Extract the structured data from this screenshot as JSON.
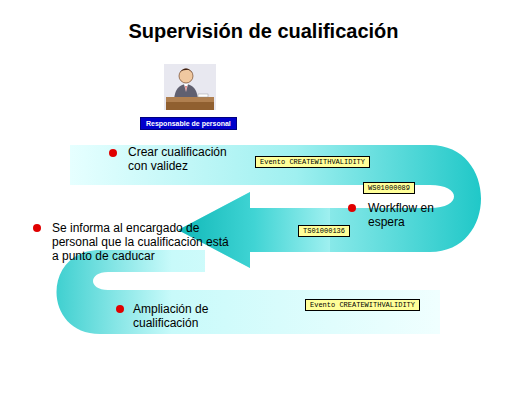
{
  "diagram": {
    "title": "Supervisión de cualificación",
    "nodes": [
      {
        "text": [
          "Responsable de personal"
        ]
      },
      {
        "text": [
          "Evento CREATEWITHVALIDITY"
        ]
      },
      {
        "text": [
          "WS01000089"
        ]
      },
      {
        "text": [
          "TS01000136"
        ]
      },
      {
        "text": [
          "Evento CREATEWITHVALIDITY"
        ]
      }
    ],
    "labels": [
      "Crear cualificación con validez",
      "Workflow en espera",
      "Se informa al encargado de personal que la cualificación está a punto de caducar",
      "Ampliación de cualificación"
    ]
  }
}
